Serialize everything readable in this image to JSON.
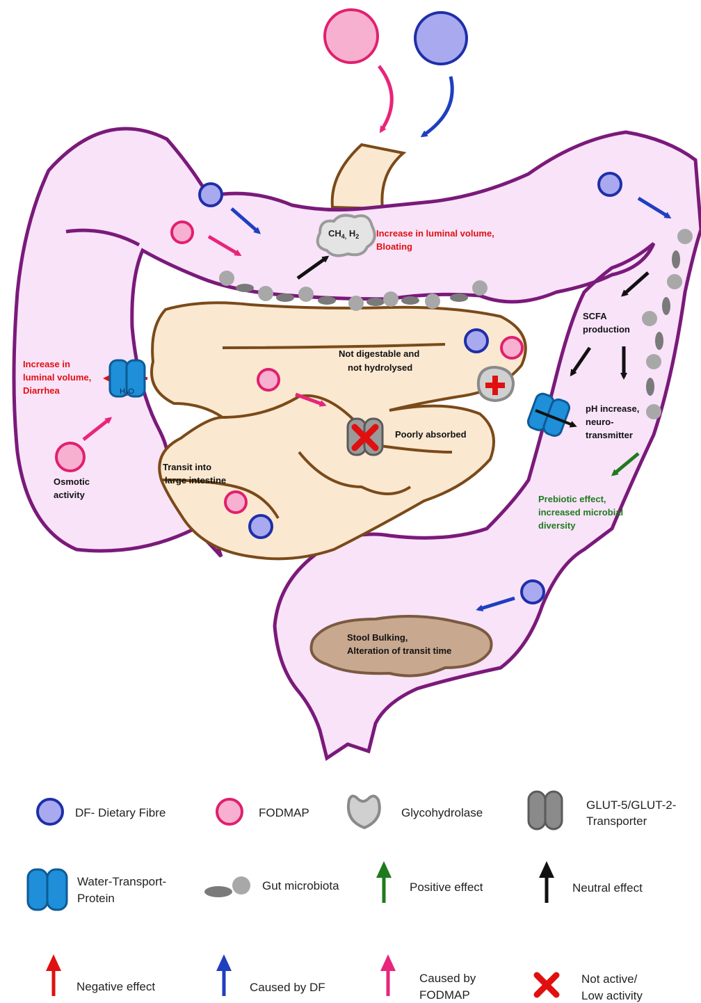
{
  "colors": {
    "colon_fill": "#f9e3f9",
    "colon_stroke": "#7a1a7a",
    "small_intestine_fill": "#fbe8d0",
    "small_intestine_stroke": "#7a4a1a",
    "stool_fill": "#c9a890",
    "df_fill": "#a9a9f0",
    "df_stroke": "#1f2fa8",
    "fodmap_fill": "#f7b0cf",
    "fodmap_stroke": "#e0206e",
    "negative": "#e01010",
    "positive": "#1e7a1e",
    "neutral": "#111111",
    "caused_df": "#1f3fc0",
    "caused_fodmap": "#e8257a",
    "transporter": "#1e8fd8",
    "glut": "#8a8a8a"
  },
  "diagram": {
    "gas_label": "CH4, H2",
    "gas_main": "CH",
    "gas_sub1": "4,",
    "gas_h": " H",
    "gas_sub2": "2",
    "bloating_line1": "Increase in luminal volume,",
    "bloating_line2": "Bloating",
    "diarrhea_line1": "Increase in",
    "diarrhea_line2": "luminal volume,",
    "diarrhea_line3": "Diarrhea",
    "h2o_main": "H",
    "h2o_sub": "2",
    "h2o_o": "O",
    "osmotic_line1": "Osmotic",
    "osmotic_line2": "activity",
    "not_digestable_line1": "Not digestable and",
    "not_digestable_line2": "not hydrolysed",
    "poorly_absorbed": "Poorly absorbed",
    "transit_line1": "Transit into",
    "transit_line2": "large intestine",
    "scfa_line1": "SCFA",
    "scfa_line2": "production",
    "ph_line1": "pH increase,",
    "ph_line2": "neuro-",
    "ph_line3": "transmitter",
    "prebiotic_line1": "Prebiotic effect,",
    "prebiotic_line2": "increased microbial",
    "prebiotic_line3": "diversity",
    "stool_line1": "Stool Bulking,",
    "stool_line2": "Alteration of transit time"
  },
  "legend": {
    "df": "DF- Dietary Fibre",
    "fodmap": "FODMAP",
    "glycohydrolase": "Glycohydrolase",
    "glut_line1": "GLUT-5/GLUT-2-",
    "glut_line2": "Transporter",
    "water_line1": "Water-Transport-",
    "water_line2": "Protein",
    "microbiota": "Gut microbiota",
    "positive": "Positive effect",
    "neutral": "Neutral effect",
    "negative": "Negative effect",
    "caused_df": "Caused by DF",
    "caused_fodmap_line1": "Caused by",
    "caused_fodmap_line2": "FODMAP",
    "not_active_line1": "Not active/",
    "not_active_line2": "Low activity"
  }
}
